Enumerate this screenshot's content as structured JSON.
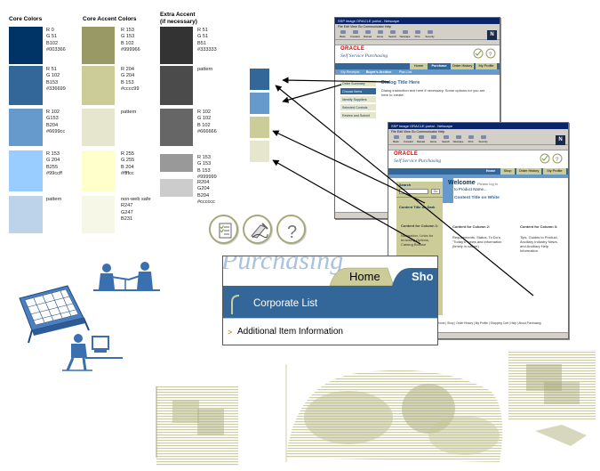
{
  "palette": {
    "headers": {
      "core": "Core Colors",
      "core_accent": "Core Accent Colors",
      "extra_accent_1": "Extra Accent",
      "extra_accent_2": "(if necessary)"
    },
    "core": [
      {
        "color": "#003366",
        "text": "R 0\nG 51\nB102\n#003366"
      },
      {
        "color": "#336699",
        "text": "R 51\nG 102\nB153\n#336699"
      },
      {
        "color": "#6699cc",
        "text": "R 102\nG153\nB204\n#6699cc"
      },
      {
        "color": "#99ccff",
        "text": "R 153\nG 204\nB255\n#99ccff"
      },
      {
        "color": "#bcd3ea",
        "text": "pattern"
      }
    ],
    "accent": [
      {
        "color": "#999966",
        "text": "R 153\nG 153\nB 102\n#999966"
      },
      {
        "color": "#cccc99",
        "text": "R 204\nG 204\nB 153\n#cccc99"
      },
      {
        "color": "#e6e6cf",
        "text": "pattern"
      },
      {
        "color": "#ffffcc",
        "text": "R 255\nG 255\nB 204\n#ffffcc"
      },
      {
        "color": "#f7f7e7",
        "text": "non-web safe\nR247\nG247\nB231"
      }
    ],
    "extra": [
      {
        "color": "#333333",
        "text": "R 51\nG 51\nB51\n#333333"
      },
      {
        "color": "#4b4b4b",
        "text": "pattern"
      },
      {
        "color": "#666666",
        "text": "R 102\nG 102\nB 102\n#666666"
      },
      {
        "color": "#999999",
        "text": "R 153\nG 153\nB 153\n#999999"
      },
      {
        "color": "#cccccc",
        "text": "R204\nG204\nB204\n#cccccc"
      }
    ],
    "mini": [
      "#336699",
      "#6699cc",
      "#cccc99",
      "#e6e6cf"
    ]
  },
  "browser1": {
    "title": "SSP image ORACLE portal - Netscape",
    "menu": "File  Edit  View  Go  Communicator  Help",
    "tools": [
      "Back",
      "Forward",
      "Reload",
      "Home",
      "Search",
      "Netscape",
      "Print",
      "Security"
    ],
    "oracle": "ORACLE",
    "app": "Self Service Purchasing",
    "tabs": [
      "Home",
      "Purchase",
      "Order History",
      "My Profile"
    ],
    "subnav": [
      "My Receipts",
      "Buyer's Archive",
      "Plan List"
    ],
    "left_links": [
      "Order Summary",
      "Choose Items",
      "Identify Suppliers",
      "Selected Controls",
      "Review and Submit"
    ],
    "main_title": "Dialog Title Here",
    "main_text": "Dialog instruction text here if necessary. Some options for you are here to create."
  },
  "browser2": {
    "title": "SSP image ORACLE portal - Netscape",
    "menu": "File  Edit  View  Go  Communicator  Help",
    "tools": [
      "Back",
      "Forward",
      "Reload",
      "Home",
      "Search",
      "Netscape",
      "Print",
      "Security"
    ],
    "oracle": "ORACLE",
    "app": "Self Service Purchasing",
    "tabs": [
      "Home",
      "Shop",
      "Order History",
      "My Profile"
    ],
    "search_label": "Search",
    "go_label": "Go",
    "welcome": "Welcome",
    "welcome_sub": "Please log in",
    "welcome_line2": "to Product Name...",
    "white_title": "Content Title on White",
    "dark_title": "Content Title on Dark",
    "col1_title": "Content for Column 1:",
    "col1_text": "Navigation, Links for browsing Options, Catalog Browse",
    "col2_title": "Content for Column 2:",
    "col2_text": "Requirements, Status, To Do's. \"Today's\" news and information (timely in nature)",
    "col3_title": "Content for Column 3:",
    "col3_text": "Tips, Guides to Product, Ancillary Industry News, and Ancillary Help Information",
    "footer": "Home | Shop | Order History | My Profile | Shopping Cart | Help | About Purchasing",
    "status": "Document: Done"
  },
  "zoom": {
    "purchasing": "Purchasing",
    "home_tab": "Home",
    "shop_tab": "Sho",
    "corporate": "Corporate List",
    "additional_arrow": ">",
    "additional": "Additional Item Information"
  },
  "icons": [
    "checklist-icon",
    "signature-icon",
    "help-icon"
  ]
}
